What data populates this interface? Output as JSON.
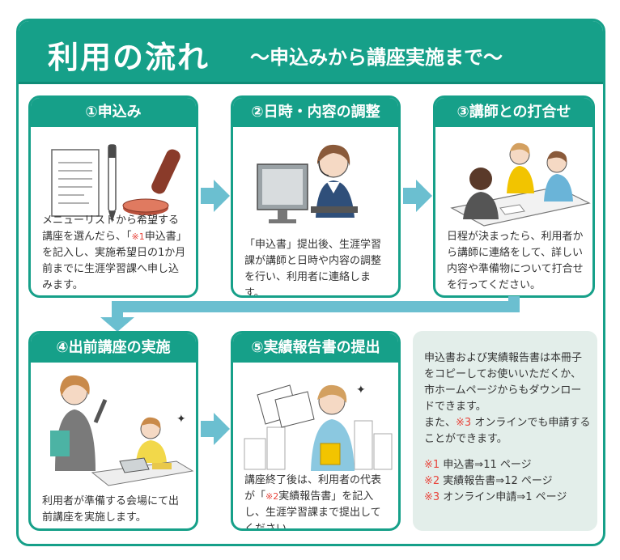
{
  "header": {
    "title": "利用の流れ",
    "subtitle": "〜申込みから講座実施まで〜"
  },
  "steps": [
    {
      "label": "①申込み",
      "text_a": "メニューリストから希望する講座を選んだら、「",
      "ref": "※1",
      "text_b": "申込書」を記入し、実施希望日の1か月前までに生涯学習課へ申し込みます。"
    },
    {
      "label": "②日時・内容の調整",
      "text": "「申込書」提出後、生涯学習課が講師と日時や内容の調整を行い、利用者に連絡します。"
    },
    {
      "label": "③講師との打合せ",
      "text": "日程が決まったら、利用者から講師に連絡をして、詳しい内容や準備物について打合せを行ってください。"
    },
    {
      "label": "④出前講座の実施",
      "text": "利用者が準備する会場にて出前講座を実施します。"
    },
    {
      "label": "⑤実績報告書の提出",
      "text_a": "講座終了後は、利用者の代表が「",
      "ref": "※2",
      "text_b": "実績報告書」を記入し、生涯学習課まで提出してください。"
    }
  ],
  "info": {
    "paragraph1": "申込書および実績報告書は本冊子をコピーしてお使いいただくか、市ホームページからもダウンロードできます。",
    "paragraph2_a": "また、",
    "paragraph2_mark": "※3",
    "paragraph2_b": " オンラインでも申請することができます。",
    "refs": [
      {
        "mark": "※1",
        "text": " 申込書⇒11 ページ"
      },
      {
        "mark": "※2",
        "text": " 実績報告書⇒12 ページ"
      },
      {
        "mark": "※3",
        "text": " オンライン申請⇒1 ページ"
      }
    ]
  },
  "colors": {
    "teal": "#16a089",
    "arrow": "#6bbfd0",
    "info_bg": "#e3eeea",
    "ref_red": "#e8453c"
  }
}
